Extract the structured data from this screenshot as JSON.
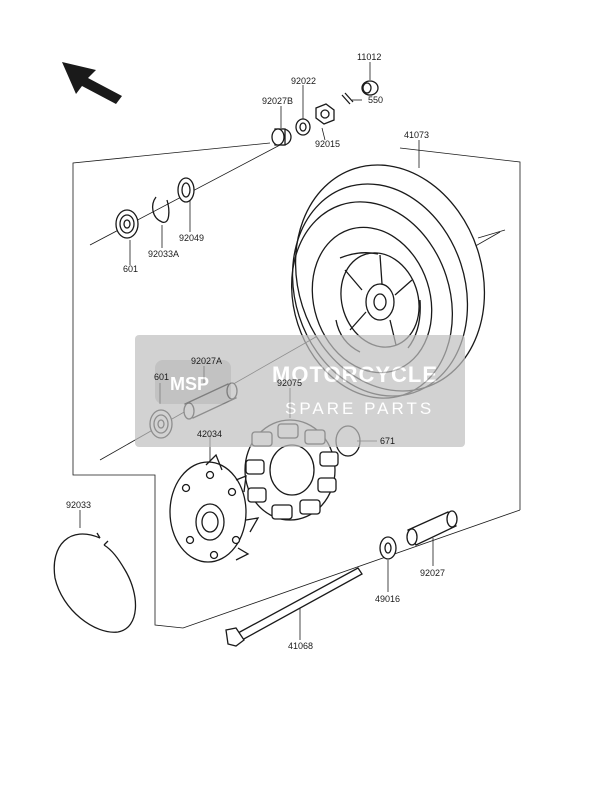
{
  "watermark": {
    "logo_text": "MSP",
    "brand_line1": "MOTORCYCLE",
    "brand_line2": "SPARE PARTS",
    "color": "#cfcfcf"
  },
  "parts": [
    {
      "id": "label-11012",
      "text": "11012"
    },
    {
      "id": "label-92022",
      "text": "92022"
    },
    {
      "id": "label-92027b",
      "text": "92027B"
    },
    {
      "id": "label-550",
      "text": "550"
    },
    {
      "id": "label-92015",
      "text": "92015"
    },
    {
      "id": "label-41073",
      "text": "41073"
    },
    {
      "id": "label-92049",
      "text": "92049"
    },
    {
      "id": "label-601-top",
      "text": "601"
    },
    {
      "id": "label-92033a",
      "text": "92033A"
    },
    {
      "id": "label-92027a",
      "text": "92027A"
    },
    {
      "id": "label-601-mid",
      "text": "601"
    },
    {
      "id": "label-92075",
      "text": "92075"
    },
    {
      "id": "label-42034",
      "text": "42034"
    },
    {
      "id": "label-671",
      "text": "671"
    },
    {
      "id": "label-92033",
      "text": "92033"
    },
    {
      "id": "label-92027",
      "text": "92027"
    },
    {
      "id": "label-49016",
      "text": "49016"
    },
    {
      "id": "label-41068",
      "text": "41068"
    }
  ],
  "icons": {
    "direction_arrow": "front-direction-arrow-icon"
  }
}
